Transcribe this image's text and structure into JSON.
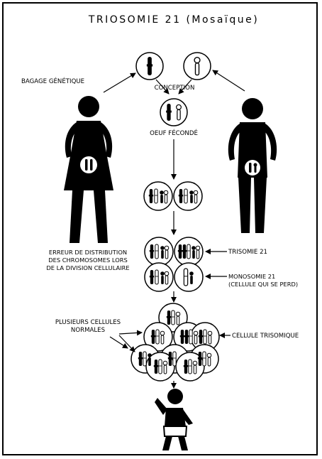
{
  "title": "TRIOSOMIE 21 (Mosaïque)",
  "labels": {
    "bagage": "BAGAGE GÉNÉTIQUE",
    "conception": "CONCEPTION",
    "oeuf": "OEUF FÉCONDÉ",
    "erreur": [
      "ERREUR DE DISTRIBUTION",
      "DES CHROMOSOMES LORS",
      "DE LA DIVISION CELLULAIRE"
    ],
    "trisomie": "TRISOMIE 21",
    "monosomie": [
      "MONOSOMIE 21",
      "(CELLULE QUI SE PERD)"
    ],
    "plusieurs": [
      "PLUSIEURS CELLULES",
      "NORMALES"
    ],
    "trisomique": "CELLULE TRISOMIQUE"
  },
  "figures": {
    "mother": "woman-figure-icon",
    "father": "man-figure-icon",
    "child": "child-figure-icon"
  },
  "colors": {
    "ink": "#000000",
    "paper": "#ffffff"
  }
}
